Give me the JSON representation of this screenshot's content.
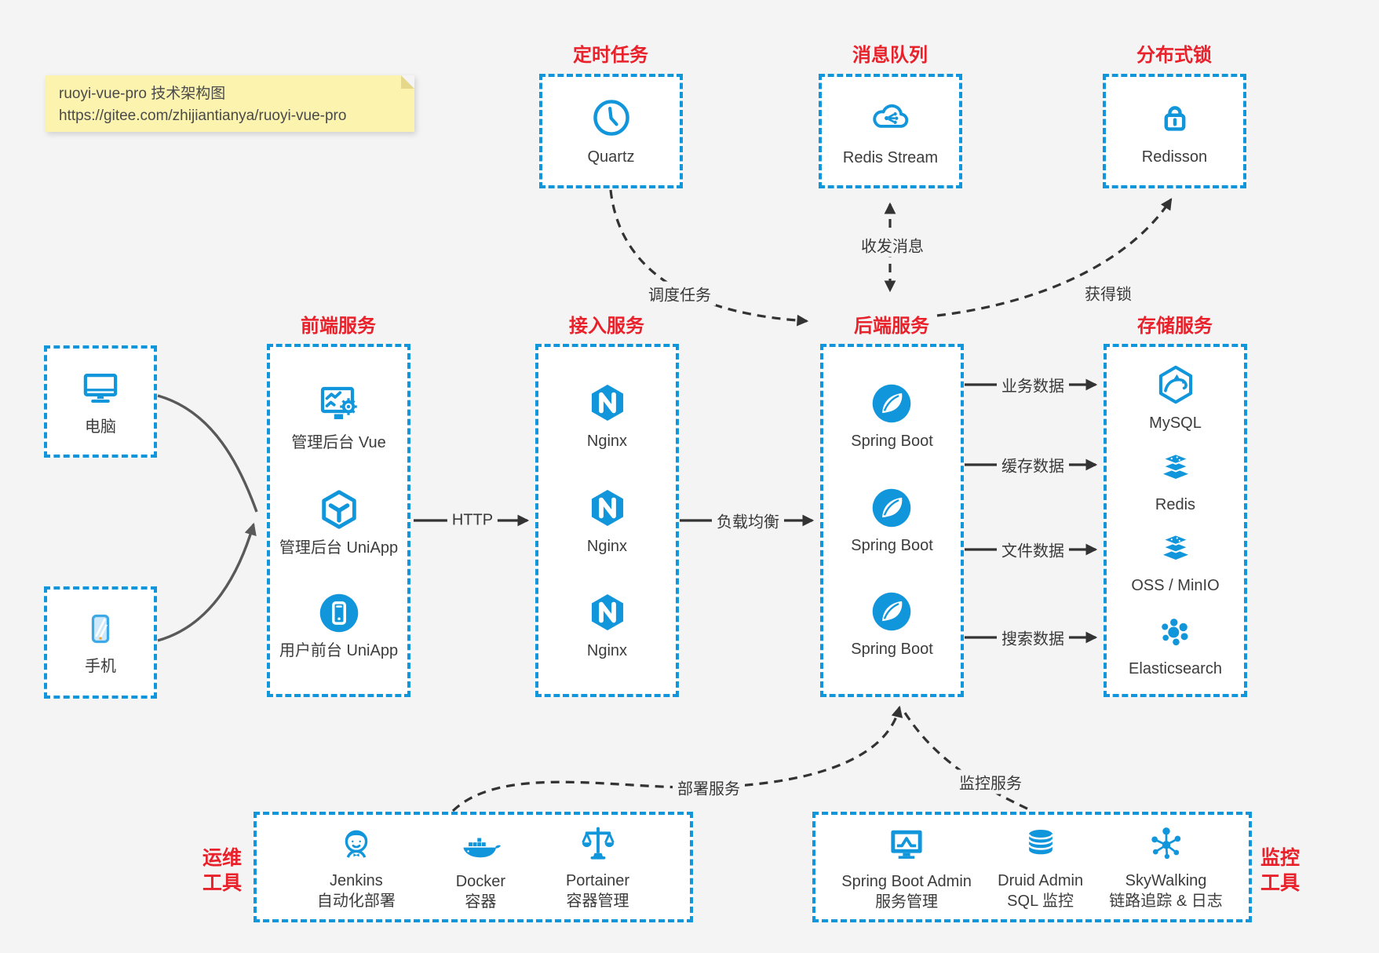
{
  "note": {
    "line1": "ruoyi-vue-pro 技术架构图",
    "line2": "https://gitee.com/zhijiantianya/ruoyi-vue-pro"
  },
  "top": [
    {
      "title": "定时任务",
      "label": "Quartz",
      "icon": "clock-icon"
    },
    {
      "title": "消息队列",
      "label": "Redis Stream",
      "icon": "cloud-stream-icon"
    },
    {
      "title": "分布式锁",
      "label": "Redisson",
      "icon": "lock-icon"
    }
  ],
  "clients": [
    {
      "label": "电脑",
      "icon": "desktop-icon"
    },
    {
      "label": "手机",
      "icon": "mobile-icon"
    }
  ],
  "columns": [
    {
      "title": "前端服务",
      "items": [
        {
          "label": "管理后台 Vue",
          "icon": "admin-vue-icon"
        },
        {
          "label": "管理后台 UniApp",
          "icon": "uniapp-cube-icon"
        },
        {
          "label": "用户前台 UniApp",
          "icon": "user-app-icon"
        }
      ]
    },
    {
      "title": "接入服务",
      "items": [
        {
          "label": "Nginx",
          "icon": "nginx-icon"
        },
        {
          "label": "Nginx",
          "icon": "nginx-icon"
        },
        {
          "label": "Nginx",
          "icon": "nginx-icon"
        }
      ]
    },
    {
      "title": "后端服务",
      "items": [
        {
          "label": "Spring Boot",
          "icon": "spring-icon"
        },
        {
          "label": "Spring Boot",
          "icon": "spring-icon"
        },
        {
          "label": "Spring Boot",
          "icon": "spring-icon"
        }
      ]
    },
    {
      "title": "存储服务",
      "items": [
        {
          "label": "MySQL",
          "icon": "mysql-icon"
        },
        {
          "label": "Redis",
          "icon": "redis-stack-icon"
        },
        {
          "label": "OSS / MinIO",
          "icon": "oss-stack-icon"
        },
        {
          "label": "Elasticsearch",
          "icon": "elasticsearch-icon"
        }
      ]
    }
  ],
  "bottom": [
    {
      "side_label": [
        "运维",
        "工具"
      ],
      "items": [
        {
          "label": "Jenkins",
          "sublabel": "自动化部署",
          "icon": "jenkins-icon"
        },
        {
          "label": "Docker",
          "sublabel": "容器",
          "icon": "docker-icon"
        },
        {
          "label": "Portainer",
          "sublabel": "容器管理",
          "icon": "portainer-icon"
        }
      ]
    },
    {
      "side_label": [
        "监控",
        "工具"
      ],
      "items": [
        {
          "label": "Spring Boot Admin",
          "sublabel": "服务管理",
          "icon": "sba-monitor-icon"
        },
        {
          "label": "Druid Admin",
          "sublabel": "SQL 监控",
          "icon": "druid-db-icon"
        },
        {
          "label": "SkyWalking",
          "sublabel": "链路追踪 & 日志",
          "icon": "skywalking-icon"
        }
      ]
    }
  ],
  "edges": {
    "http": "HTTP",
    "load_balance": "负载均衡",
    "business_data": "业务数据",
    "cache_data": "缓存数据",
    "file_data": "文件数据",
    "search_data": "搜索数据",
    "schedule_task": "调度任务",
    "send_receive_message": "收发消息",
    "acquire_lock": "获得锁",
    "deploy_service": "部署服务",
    "monitor_service": "监控服务"
  },
  "colors": {
    "accent_blue": "#1296db",
    "title_red": "#e8212a",
    "line_dark": "#333333",
    "line_gray": "#595959",
    "note_bg": "#fbf3ae",
    "page_bg": "#f4f4f5",
    "box_bg": "#ffffff"
  }
}
